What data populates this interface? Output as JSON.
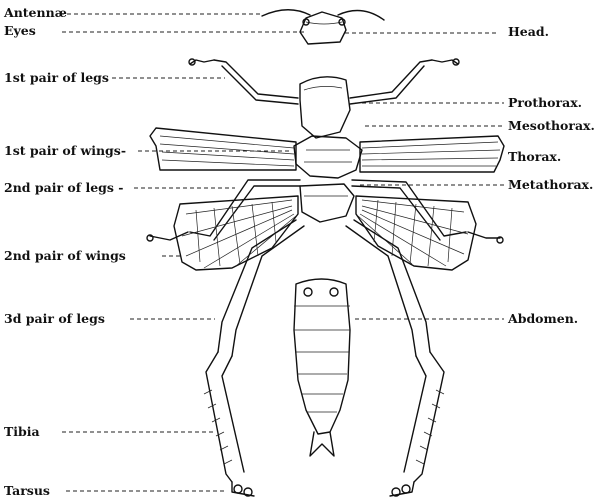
{
  "labels_left": {
    "antennae": "Antennæ",
    "eyes": "Eyes",
    "legs_1": "1st pair of legs",
    "wings_1": "1st pair of wings-",
    "legs_2": "2nd pair of legs -",
    "wings_2": "2nd pair of wings",
    "legs_3": "3d pair of legs",
    "tibia": "Tibia",
    "tarsus": "Tarsus"
  },
  "labels_right": {
    "head": "Head.",
    "prothorax": "Prothorax.",
    "mesothorax": "Mesothorax.",
    "thorax": "Thorax.",
    "metathorax": "Metathorax.",
    "abdomen": "Abdomen."
  },
  "colors": {
    "ink": "#111111",
    "paper": "#ffffff"
  }
}
